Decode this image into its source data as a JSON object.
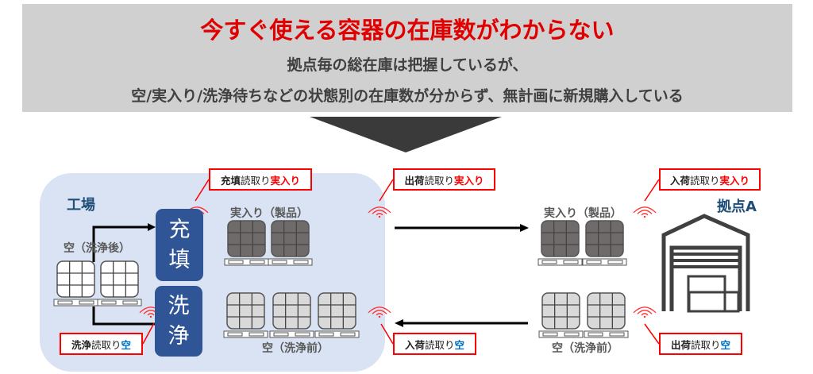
{
  "header": {
    "title": "今すぐ使える容器の在庫数がわからない",
    "line1": "拠点毎の総在庫は把握しているが、",
    "line2": "空/実入り/洗浄待ちなどの状態別の在庫数が分からず、無計画に新規購入している"
  },
  "factory": {
    "name": "工場",
    "empty_after_wash": "空（洗浄後）",
    "fill_process": [
      "充",
      "填"
    ],
    "wash_process": [
      "洗",
      "浄"
    ],
    "full_label": "実入り（製品）",
    "empty_before_wash": "空（洗浄前）"
  },
  "site": {
    "name": "拠点A",
    "full_label": "実入り（製品）",
    "empty_label": "空（洗浄前）"
  },
  "callouts": {
    "fill_read": {
      "a": "充填",
      "b": "読取り",
      "c": "実入り"
    },
    "ship_full": {
      "a": "出荷",
      "b": "読取り",
      "c": "実入り"
    },
    "receive_full": {
      "a": "入荷",
      "b": "読取り",
      "c": "実入り"
    },
    "wash_read": {
      "a": "洗浄",
      "b": "読取り",
      "c": "空"
    },
    "receive_empty": {
      "a": "入荷",
      "b": "読取り",
      "c": "空"
    },
    "ship_empty": {
      "a": "出荷",
      "b": "読取り",
      "c": "空"
    }
  },
  "colors": {
    "accent_red": "#ff0000",
    "accent_blue": "#0070c0",
    "process": "#2f5597",
    "factory_bg": "#dae3f3"
  }
}
